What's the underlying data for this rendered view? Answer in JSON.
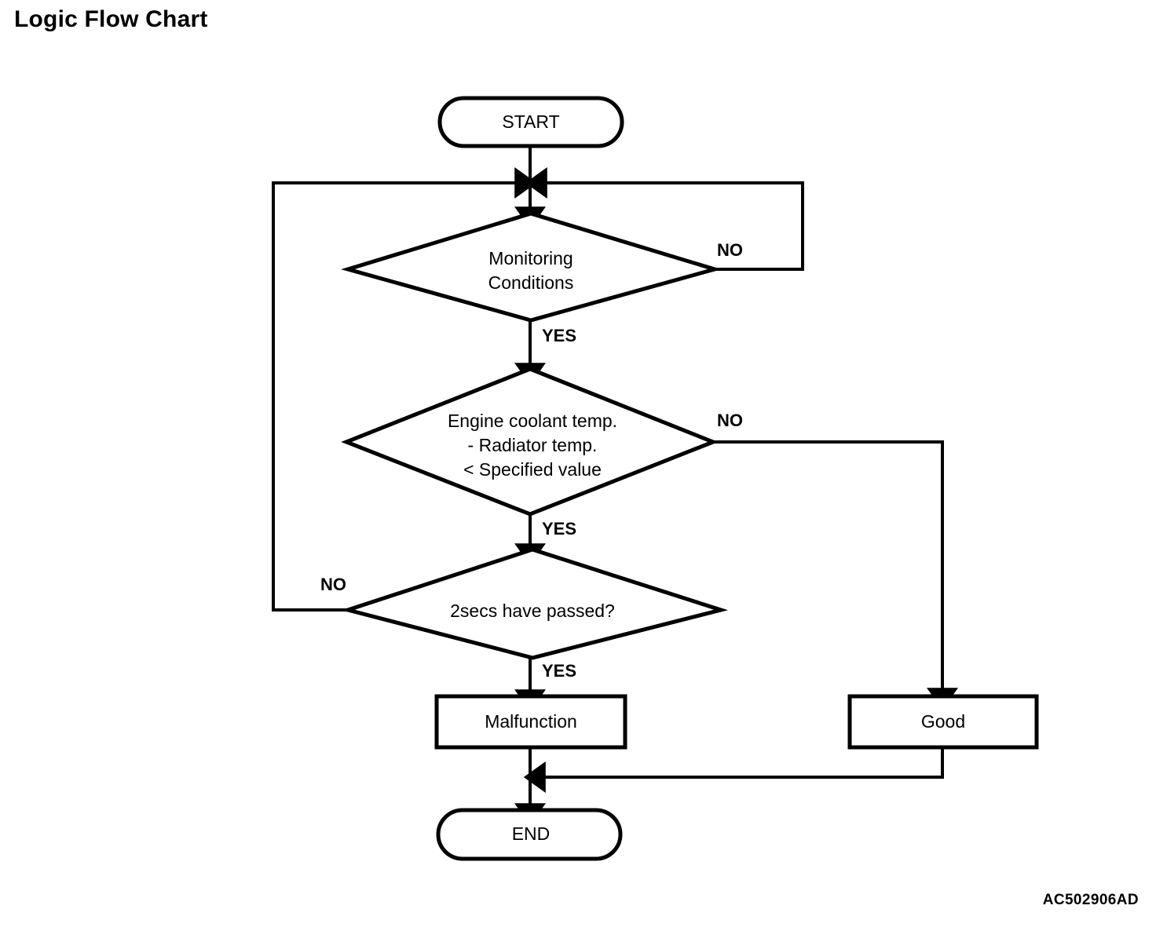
{
  "title": "Logic Flow Chart",
  "reference_code": "AC502906AD",
  "chart_data": {
    "type": "flowchart",
    "title": "Logic Flow Chart",
    "nodes": [
      {
        "id": "start",
        "shape": "terminator",
        "label": "START"
      },
      {
        "id": "monitoring",
        "shape": "decision",
        "label": "Monitoring Conditions",
        "lines": [
          "Monitoring",
          "Conditions"
        ]
      },
      {
        "id": "coolant",
        "shape": "decision",
        "label": "Engine coolant temp. - Radiator temp. < Specified value",
        "lines": [
          "Engine coolant temp.",
          "- Radiator temp.",
          "< Specified value"
        ]
      },
      {
        "id": "timer",
        "shape": "decision",
        "label": "2secs have passed?",
        "lines": [
          "2secs have passed?"
        ]
      },
      {
        "id": "malfunction",
        "shape": "process",
        "label": "Malfunction"
      },
      {
        "id": "good",
        "shape": "process",
        "label": "Good"
      },
      {
        "id": "end",
        "shape": "terminator",
        "label": "END"
      }
    ],
    "edges": [
      {
        "from": "start",
        "to": "monitoring",
        "label": ""
      },
      {
        "from": "monitoring",
        "to": "coolant",
        "label": "YES"
      },
      {
        "from": "monitoring",
        "to": "monitoring",
        "label": "NO"
      },
      {
        "from": "coolant",
        "to": "timer",
        "label": "YES"
      },
      {
        "from": "coolant",
        "to": "good",
        "label": "NO"
      },
      {
        "from": "timer",
        "to": "malfunction",
        "label": "YES"
      },
      {
        "from": "timer",
        "to": "monitoring",
        "label": "NO"
      },
      {
        "from": "malfunction",
        "to": "end",
        "label": ""
      },
      {
        "from": "good",
        "to": "end",
        "label": ""
      }
    ]
  },
  "nodes": {
    "start": {
      "label": "START"
    },
    "monitoring": {
      "line1": "Monitoring",
      "line2": "Conditions"
    },
    "coolant": {
      "line1": "Engine coolant temp.",
      "line2": "- Radiator temp.",
      "line3": "< Specified value"
    },
    "timer": {
      "line1": "2secs have passed?"
    },
    "malfunction": {
      "label": "Malfunction"
    },
    "good": {
      "label": "Good"
    },
    "end": {
      "label": "END"
    }
  },
  "branches": {
    "monitoring_no": "NO",
    "monitoring_yes": "YES",
    "coolant_no": "NO",
    "coolant_yes": "YES",
    "timer_no": "NO",
    "timer_yes": "YES"
  },
  "colors": {
    "stroke": "#000000",
    "fill": "#ffffff",
    "text": "#000000"
  }
}
